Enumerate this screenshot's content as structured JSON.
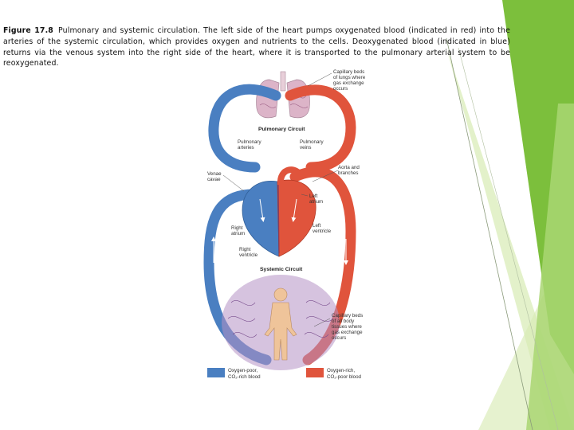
{
  "caption": {
    "figure": "Figure 17.8",
    "text": "Pulmonary and systemic circulation. The left side of the heart pumps oxygenated blood (indicated in red) into the arteries of the systemic circulation, which provides oxygen and nutrients to the cells. Deoxygenated blood (indicated in blue) returns via the venous system into the right side of the heart, where it is transported to the pulmonary arterial system to be reoxygenated."
  },
  "diagram": {
    "labels": {
      "lung_capillaries_1": "Capillary beds",
      "lung_capillaries_2": "of lungs where",
      "lung_capillaries_3": "gas exchange",
      "lung_capillaries_4": "occurs",
      "pulmonary_circuit": "Pulmonary Circuit",
      "pulmonary_arteries_1": "Pulmonary",
      "pulmonary_arteries_2": "arteries",
      "pulmonary_veins_1": "Pulmonary",
      "pulmonary_veins_2": "veins",
      "venae_cavae_1": "Venae",
      "venae_cavae_2": "cavae",
      "aorta_1": "Aorta and",
      "aorta_2": "branches",
      "left_atrium_1": "Left",
      "left_atrium_2": "atrium",
      "right_atrium_1": "Right",
      "right_atrium_2": "atrium",
      "left_ventricle_1": "Left",
      "left_ventricle_2": "ventricle",
      "right_ventricle_1": "Right",
      "right_ventricle_2": "ventricle",
      "systemic_circuit": "Systemic Circuit",
      "body_capillaries_1": "Capillary beds",
      "body_capillaries_2": "of all body",
      "body_capillaries_3": "tissues where",
      "body_capillaries_4": "gas exchange",
      "body_capillaries_5": "occurs"
    },
    "legend": {
      "poor_line1": "Oxygen-poor,",
      "poor_line2": "CO₂-rich blood",
      "rich_line1": "Oxygen-rich,",
      "rich_line2": "CO₂-poor blood"
    },
    "colors": {
      "oxygen_poor": "#4a7fc1",
      "oxygen_rich": "#e0543c",
      "capillary": "#b592c4",
      "lungs": "#dcb4c8",
      "body": "#efc49a"
    }
  },
  "theme": {
    "accent_green": "#7cbf3c",
    "light_green": "#d7ebb4"
  }
}
